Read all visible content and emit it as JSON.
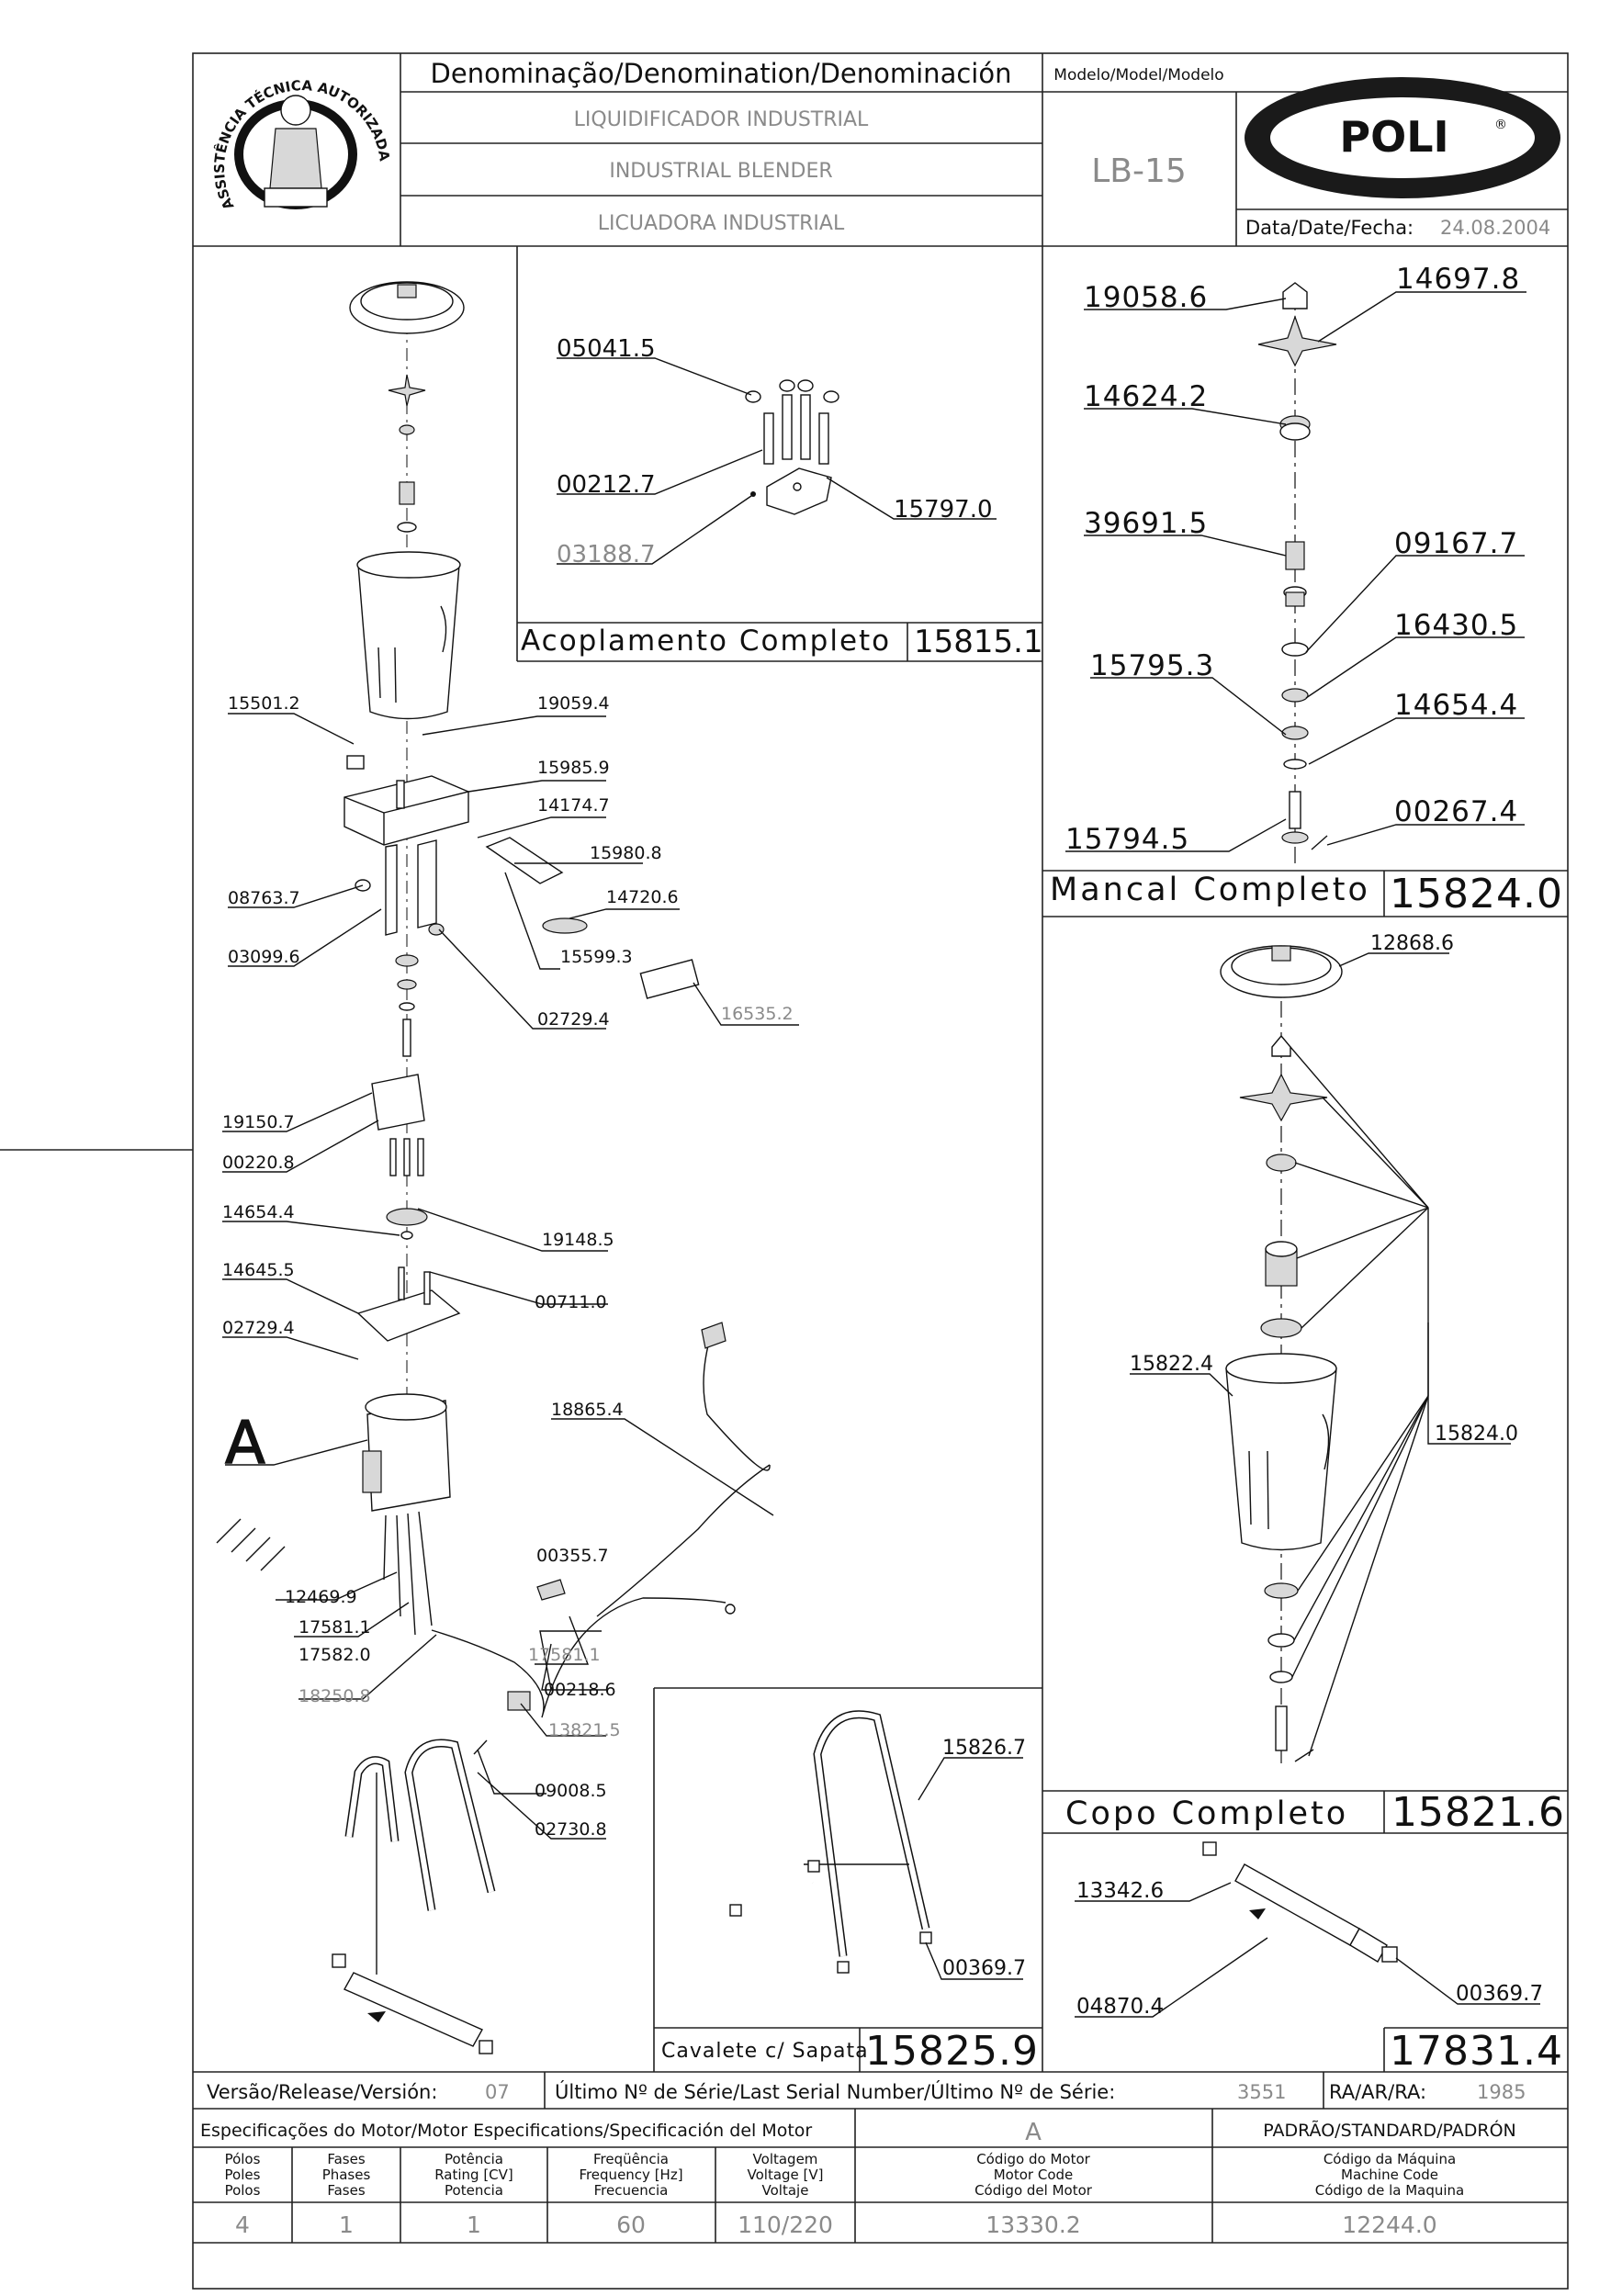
{
  "header": {
    "denomination_label": "Denominação/Denomination/Denominación",
    "name_pt": "LIQUIDIFICADOR INDUSTRIAL",
    "name_en": "INDUSTRIAL BLENDER",
    "name_es": "LICUADORA INDUSTRIAL",
    "model_label": "Modelo/Model/Modelo",
    "model_value": "LB-15",
    "date_label": "Data/Date/Fecha:",
    "date_value": "24.08.2004",
    "brand": "POLI",
    "brand_mark": "®",
    "seal_text": "ASSISTÊNCIA TÉCNICA AUTORIZADA"
  },
  "assemblies": {
    "coupling": {
      "title": "Acoplamento Completo",
      "code": "15815.1",
      "parts": [
        "05041.5",
        "00212.7",
        "03188.7",
        "15797.0"
      ]
    },
    "bearing": {
      "title": "Mancal Completo",
      "code": "15824.0",
      "parts": [
        "19058.6",
        "14697.8",
        "14624.2",
        "39691.5",
        "09167.7",
        "16430.5",
        "15795.3",
        "14654.4",
        "15794.5",
        "00267.4"
      ]
    },
    "cup": {
      "title": "Copo Completo",
      "code": "15821.6",
      "parts": [
        "12868.6",
        "15822.4",
        "15824.0"
      ]
    },
    "stand": {
      "title": "Cavalete c/ Sapata",
      "code": "15825.9",
      "parts": [
        "15826.7",
        "00369.7"
      ]
    },
    "bracket": {
      "code": "17831.4",
      "parts": [
        "13342.6",
        "04870.4",
        "00369.7"
      ]
    },
    "main": {
      "parts": [
        "15501.2",
        "19059.4",
        "15985.9",
        "14174.7",
        "15980.8",
        "14720.6",
        "08763.7",
        "03099.6",
        "15599.3",
        "16535.2",
        "02729.4",
        "19150.7",
        "00220.8",
        "14654.4",
        "19148.5",
        "14645.5",
        "00711.0",
        "02729.4",
        "A",
        "18865.4",
        "12469.9",
        "00355.7",
        "17581.1",
        "17582.0",
        "17581.1",
        "18250.8",
        "00218.6",
        "13821.5",
        "09008.5",
        "02730.8"
      ]
    }
  },
  "release": {
    "version_label": "Versão/Release/Versión:",
    "version_value": "07",
    "serial_label": "Último Nº de Série/Last Serial Number/Último Nº de Série:",
    "serial_value": "3551",
    "ra_label": "RA/AR/RA:",
    "ra_value": "1985"
  },
  "motor": {
    "spec_label": "Especificações do Motor/Motor Especifications/Specificación del Motor",
    "motor_letter": "A",
    "standard_label": "PADRÃO/STANDARD/PADRÓN",
    "cols": [
      {
        "h1": "Pólos",
        "h2": "Poles",
        "h3": "Polos",
        "value": "4"
      },
      {
        "h1": "Fases",
        "h2": "Phases",
        "h3": "Fases",
        "value": "1"
      },
      {
        "h1": "Potência",
        "h2": "Rating [CV]",
        "h3": "Potencia",
        "value": "1"
      },
      {
        "h1": "Freqüência",
        "h2": "Frequency [Hz]",
        "h3": "Frecuencia",
        "value": "60"
      },
      {
        "h1": "Voltagem",
        "h2": "Voltage [V]",
        "h3": "Voltaje",
        "value": "110/220"
      },
      {
        "h1": "Código do Motor",
        "h2": "Motor Code",
        "h3": "Código del Motor",
        "value": "13330.2"
      },
      {
        "h1": "Código da Máquina",
        "h2": "Machine Code",
        "h3": "Código de la Maquina",
        "value": "12244.0"
      }
    ]
  },
  "colors": {
    "line": "#111111",
    "gray_text": "#8a8a8a"
  }
}
